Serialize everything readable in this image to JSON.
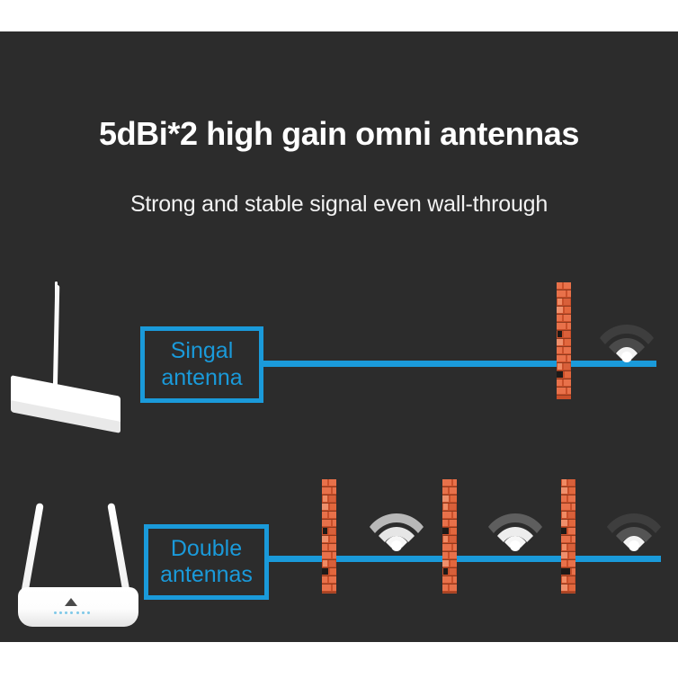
{
  "page": {
    "background_color": "#ffffff",
    "panel_color": "#2c2c2c",
    "accent_color": "#1a9ada"
  },
  "header": {
    "headline": "5dBi*2  high gain omni antennas",
    "subhead": "Strong and stable signal even wall-through"
  },
  "rows": [
    {
      "id": "single-antenna-row",
      "router": {
        "name": "single-antenna-router",
        "antenna_count": 1
      },
      "label": {
        "line1": "Singal",
        "line2": "antenna"
      },
      "walls": 1,
      "wifi_points": 1,
      "wifi_strength": [
        "weak"
      ]
    },
    {
      "id": "double-antenna-row",
      "router": {
        "name": "double-antenna-router",
        "antenna_count": 2
      },
      "label": {
        "line1": "Double",
        "line2": "antennas"
      },
      "walls": 3,
      "wifi_points": 3,
      "wifi_strength": [
        "strong",
        "medium",
        "weak"
      ]
    }
  ],
  "icons": {
    "wifi": "wifi-icon",
    "wall": "brick-wall-icon",
    "router": "router-icon"
  }
}
